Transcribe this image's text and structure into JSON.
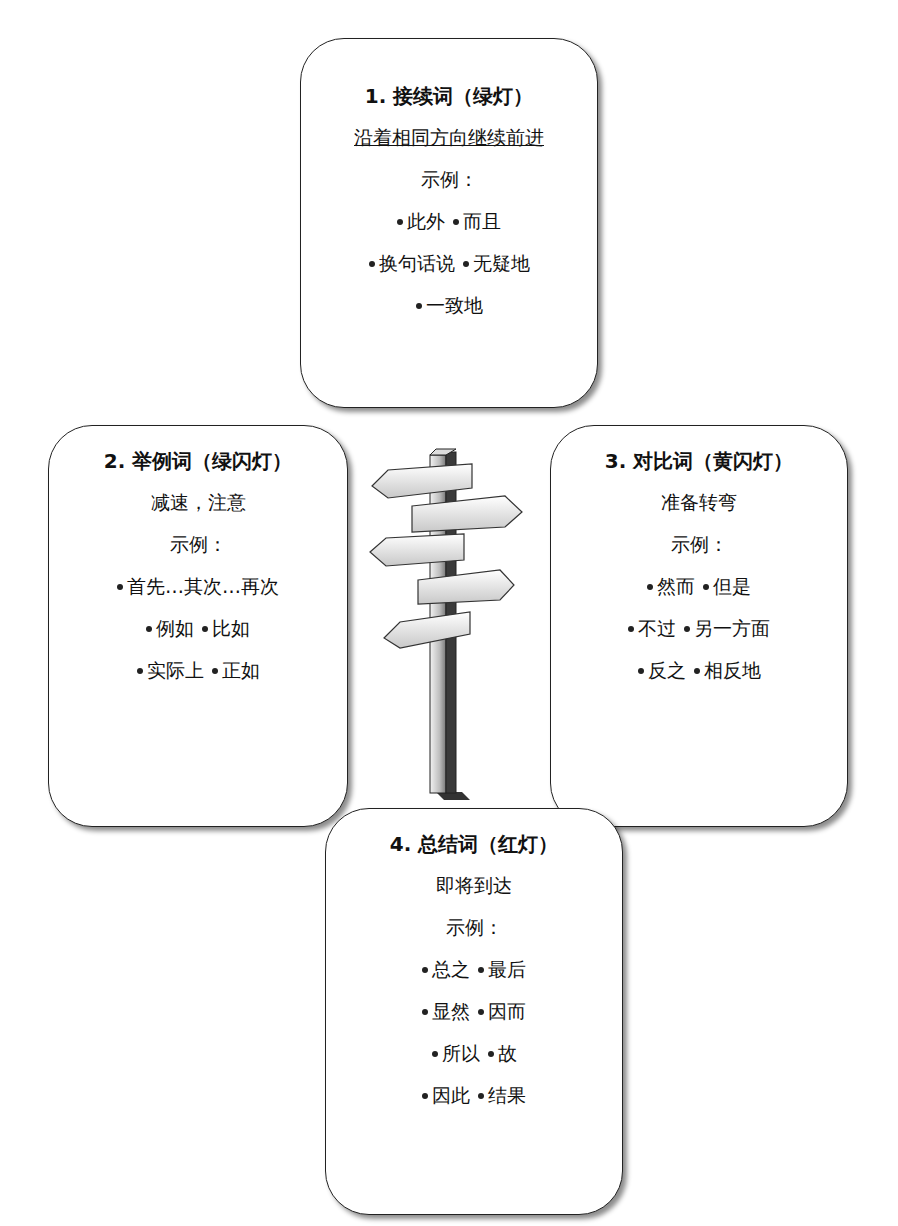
{
  "diagram": {
    "nodes": [
      {
        "text": [
          "1. 接续词（绿灯）",
          "沿着相同方向继续前进",
          "示例：",
          "此外",
          "而且",
          "换句话说",
          "无疑地",
          "一致地"
        ]
      },
      {
        "text": [
          "2. 举例词（绿闪灯）",
          "减速，注意",
          "示例：",
          "首先…其次…再次",
          "例如",
          "比如",
          "实际上",
          "正如"
        ]
      },
      {
        "text": [
          "3. 对比词（黄闪灯）",
          "准备转弯",
          "示例：",
          "然而",
          "但是",
          "不过",
          "另一方面",
          "反之",
          "相反地"
        ]
      },
      {
        "text": [
          "4. 总结词（红灯）",
          "即将到达",
          "示例：",
          "总之",
          "最后",
          "显然",
          "因而",
          "所以",
          "故",
          "因此",
          "结果"
        ]
      }
    ]
  }
}
